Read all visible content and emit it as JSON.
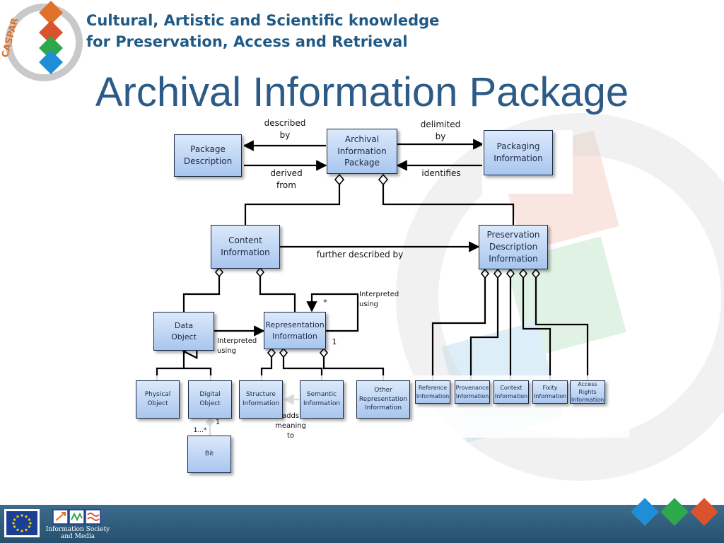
{
  "header": {
    "title_line1": "Cultural, Artistic and Scientific knowledge",
    "title_line2": "for Preservation, Access and Retrieval",
    "logo_text": "CASPAR"
  },
  "slide": {
    "title": "Archival Information Package"
  },
  "diagram": {
    "nodes": {
      "package_description": "Package\nDescription",
      "aip": "Archival\nInformation\nPackage",
      "packaging_information": "Packaging\nInformation",
      "content_information": "Content\nInformation",
      "pdi": "Preservation\nDescription\nInformation",
      "data_object": "Data\nObject",
      "representation_information": "Representation\nInformation",
      "physical_object": "Physical\nObject",
      "digital_object": "Digital\nObject",
      "structure_information": "Structure\nInformation",
      "semantic_information": "Semantic\nInformation",
      "other_representation_information": "Other\nRepresentation\nInformation",
      "bit": "Bit",
      "reference_information": "Reference\nInformation",
      "provenance_information": "Provenance\nInformation",
      "context_information": "Context\nInformation",
      "fixity_information": "Fixity\nInformation",
      "access_rights_information": "Access\nRights\nInformation"
    },
    "labels": {
      "described_by": "described\nby",
      "derived_from": "derived\nfrom",
      "delimited_by": "delimited\nby",
      "identifies": "identifies",
      "further_described_by": "further described by",
      "interpreted_using_top": "Interpreted\nusing",
      "star": "*",
      "interpreted_using": "Interpreted\nusing",
      "one_ri": "1",
      "adds_meaning_to": "adds\nmeaning\nto",
      "one_bit": "1",
      "one_to_many": "1...*"
    }
  },
  "footer": {
    "text": "Information Society\nand Media"
  },
  "colors": {
    "title_blue": "#2b5b86",
    "box_top": "#dbe9fb",
    "box_bottom": "#a9c6ef",
    "footer_blue": "#2f5f80",
    "eu_flag": "#1b3f94",
    "diamond_blue": "#1e8fd6",
    "diamond_green": "#2ea84a",
    "diamond_red": "#d9532c",
    "logo_orange": "#e0702a"
  }
}
